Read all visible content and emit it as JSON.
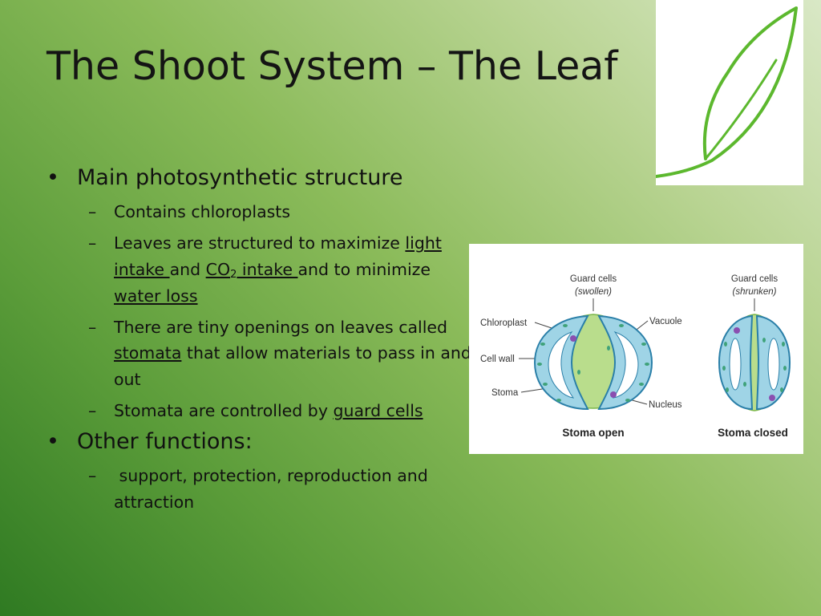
{
  "title": "The Shoot System – The Leaf",
  "bullets": {
    "b1": "Main photosynthetic structure",
    "b1_sub1": "Contains chloroplasts",
    "b1_sub2": {
      "t1": "Leaves are structured to maximize ",
      "u1": "light intake ",
      "t2": "and ",
      "u2a": "CO",
      "u2_sub": "2",
      "u2b": " intake ",
      "t3": "and to minimize ",
      "u3": "water loss"
    },
    "b1_sub3": {
      "t1": "There are tiny openings on leaves called ",
      "u1": "stomata",
      "t2": " that allow materials to pass in and out"
    },
    "b1_sub4": {
      "t1": "Stomata are controlled by ",
      "u1": "guard cells"
    },
    "b2": "Other functions:",
    "b2_sub1": " support, protection, reproduction and attraction"
  },
  "bullet_glyph": "•",
  "dash_glyph": "–",
  "diagram": {
    "guard_cells_open": "Guard cells",
    "swollen": "(swollen)",
    "guard_cells_closed": "Guard cells",
    "shrunken": "(shrunken)",
    "chloroplast": "Chloroplast",
    "vacuole": "Vacuole",
    "cell_wall": "Cell wall",
    "stoma": "Stoma",
    "nucleus": "Nucleus",
    "stoma_open": "Stoma open",
    "stoma_closed": "Stoma closed"
  },
  "colors": {
    "leaf_green": "#5cb82e",
    "cell_fill": "#9fd4e6",
    "cell_stroke": "#2a7fa8",
    "wall_green": "#b9dd8c",
    "chloroplast": "#3fa27a",
    "nucleus": "#8a4fb0"
  }
}
